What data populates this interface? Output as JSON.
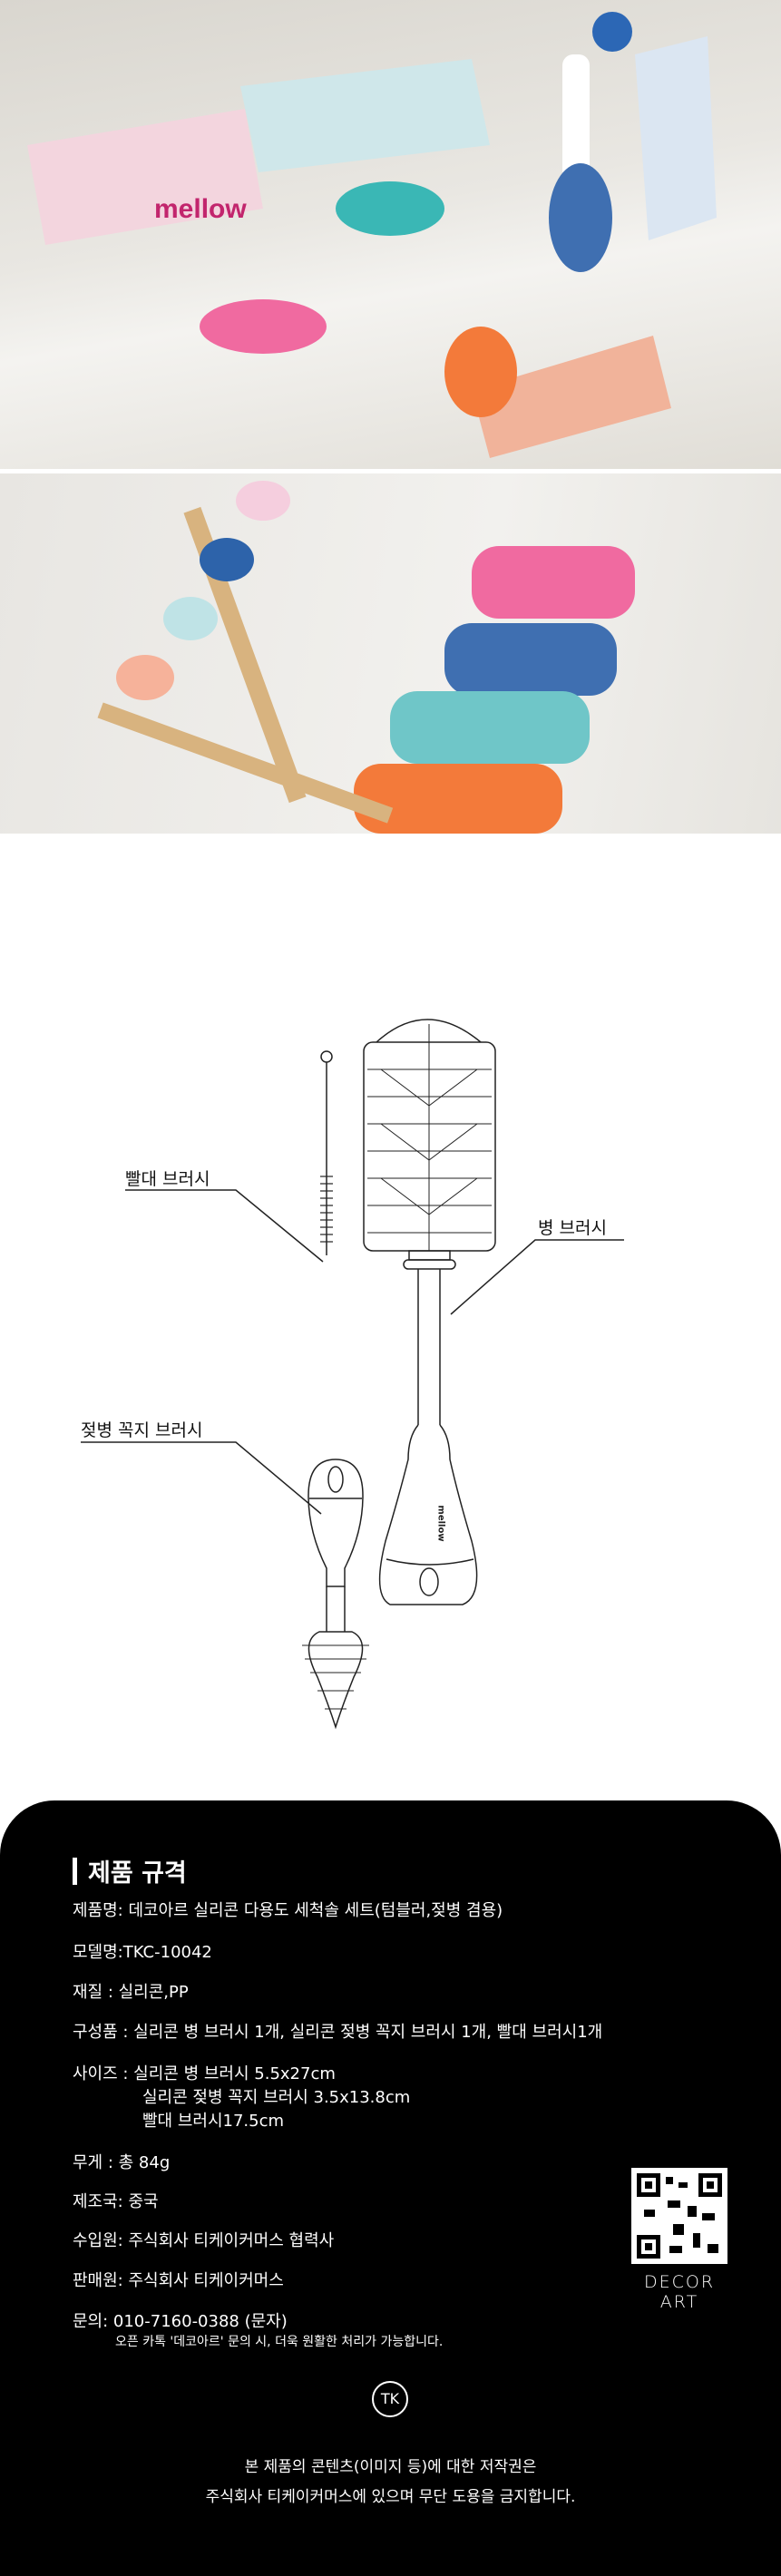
{
  "photos": {
    "box_brand": "mellow"
  },
  "diagram": {
    "labels": {
      "straw_brush": "빨대 브러시",
      "bottle_brush": "병 브러시",
      "nipple_brush": "젖병 꼭지 브러시"
    },
    "handle_brand": "mellow"
  },
  "spec": {
    "title": "제품 규격",
    "product_name": "제품명: 데코아르 실리콘 다용도 세척솔 세트(텀블러,젖병 겸용)",
    "model": "모델명:TKC-10042",
    "material": "재질 : 실리콘,PP",
    "components": "구성품 : 실리콘 병 브러시 1개, 실리콘 젖병 꼭지 브러시 1개, 빨대  브러시1개",
    "size_label": "사이즈 : 실리콘 병 브러시 5.5x27cm",
    "size_2": "실리콘 젖병 꼭지 브러시 3.5x13.8cm",
    "size_3": "빨대  브러시17.5cm",
    "weight": "무게 : 총 84g",
    "origin": "제조국: 중국",
    "importer": "수입원: 주식회사 티케이커머스 협력사",
    "seller": "판매원: 주식회사 티케이커머스",
    "contact": "문의: 010-7160-0388 (문자)",
    "contact_note": "오픈 카톡 '데코아르' 문의 시, 더욱 원활한 처리가 가능합니다.",
    "brand": "DECOR ART",
    "logo": "TK",
    "copyright_1": "본 제품의 콘텐츠(이미지 등)에 대한 저작권은",
    "copyright_2": "주식회사 티케이커머스에 있으며 무단 도용을 금지합니다."
  }
}
